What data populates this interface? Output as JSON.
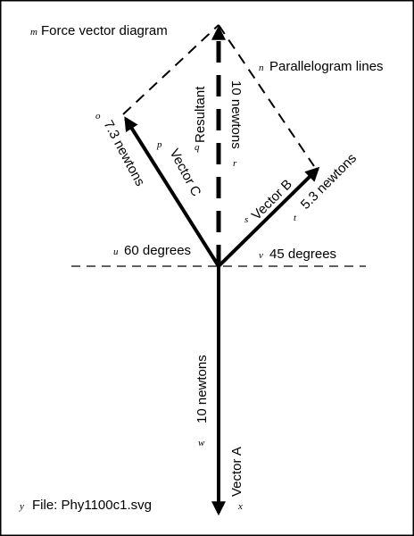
{
  "title": "Force vector diagram",
  "parallelogram_label": "Parallelogram lines",
  "file_label": "File: Phy1100c1.svg",
  "tags": {
    "title": "m",
    "parallelogram": "n",
    "c_mag": "o",
    "c_name": "p",
    "resultant_name": "q",
    "resultant_mag": "r",
    "b_name": "s",
    "b_mag": "t",
    "angle_c": "u",
    "angle_b": "v",
    "a_mag": "w",
    "a_name": "x",
    "file": "y"
  },
  "vectors": {
    "a": {
      "name": "Vector A",
      "magnitude": "10 newtons"
    },
    "b": {
      "name": "Vector B",
      "magnitude": "5.3 newtons"
    },
    "c": {
      "name": "Vector C",
      "magnitude": "7.3 newtons"
    },
    "resultant": {
      "name": "Resultant",
      "magnitude": "10 newtons"
    }
  },
  "angles": {
    "c": "60 degrees",
    "b": "45 degrees"
  },
  "colors": {
    "ink": "#000000",
    "background": "#ffffff"
  }
}
